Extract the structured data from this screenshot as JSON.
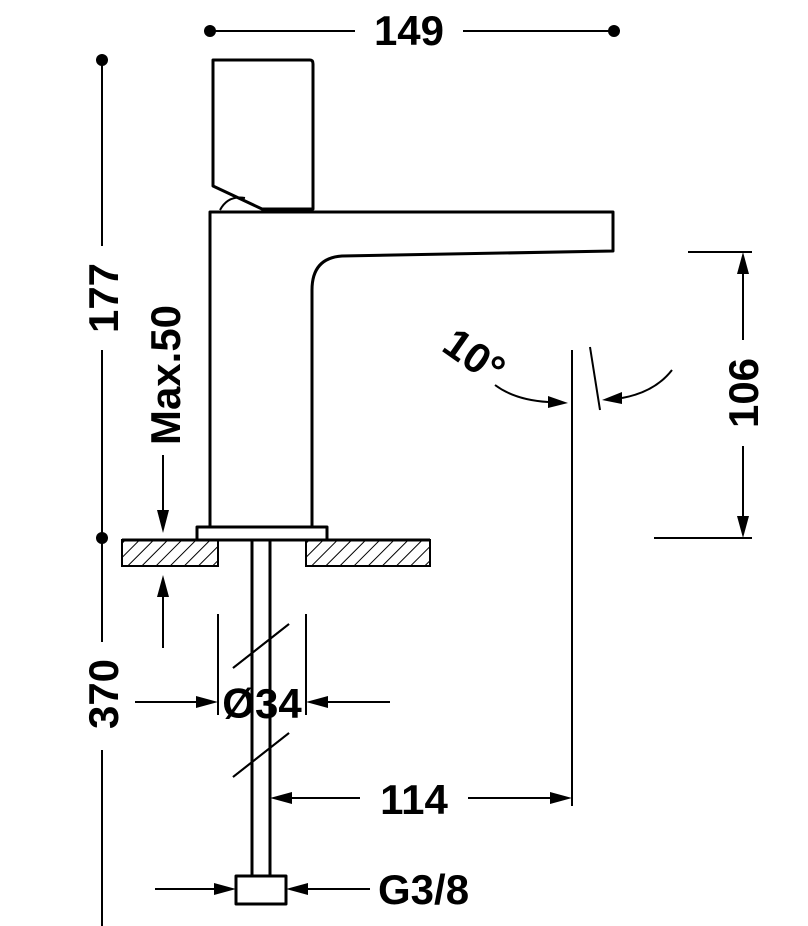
{
  "dimensions": {
    "overall_width": "149",
    "total_height": "177",
    "max_deck_thickness": "Max.50",
    "hose_length": "370",
    "hole_diameter": "Ø34",
    "spout_reach": "114",
    "spout_height": "106",
    "spout_angle": "10°",
    "connection_thread": "G3/8"
  }
}
